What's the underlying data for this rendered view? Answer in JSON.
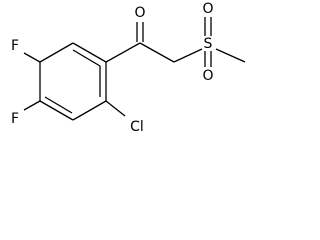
{
  "structure": {
    "atoms": {
      "o_carbonyl": "O",
      "s_sulfonyl": "S",
      "o_sulfonyl_top": "O",
      "o_sulfonyl_bottom": "O",
      "f_upper": "F",
      "f_lower": "F",
      "cl": "Cl"
    },
    "colors": {
      "bond": "#000000",
      "label": "#000000",
      "background": "#ffffff"
    }
  }
}
